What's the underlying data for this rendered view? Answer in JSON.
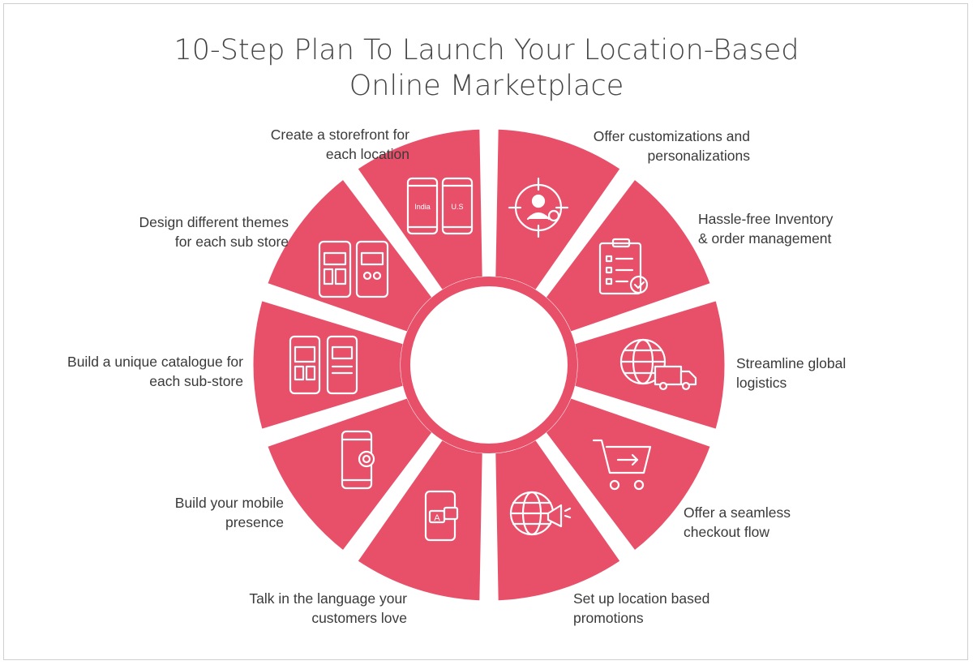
{
  "title": {
    "line1": "10-Step Plan To Launch Your Location-Based",
    "line2": "Online Marketplace"
  },
  "colors": {
    "segment": "#e8506a",
    "icon_stroke": "#ffffff",
    "center_ring": "#e8506a",
    "background": "#ffffff"
  },
  "steps": [
    {
      "id": "storefront",
      "icon": "two-phones-icon",
      "line1": "Create a storefront for",
      "line2": "each location",
      "phone_labels": [
        "India",
        "U.S"
      ]
    },
    {
      "id": "customizations",
      "icon": "target-user-icon",
      "line1": "Offer customizations and",
      "line2": "personalizations"
    },
    {
      "id": "inventory",
      "icon": "clipboard-checklist-icon",
      "line1": "Hassle-free Inventory",
      "line2": "& order management"
    },
    {
      "id": "logistics",
      "icon": "globe-truck-icon",
      "line1": "Streamline global",
      "line2": "logistics"
    },
    {
      "id": "checkout",
      "icon": "cart-arrow-icon",
      "line1": "Offer a seamless",
      "line2": "checkout flow"
    },
    {
      "id": "promotions",
      "icon": "globe-megaphone-icon",
      "line1": "Set up location based",
      "line2": "promotions"
    },
    {
      "id": "language",
      "icon": "phone-translate-icon",
      "line1": "Talk in the language your",
      "line2": "customers love"
    },
    {
      "id": "mobile",
      "icon": "phone-gear-icon",
      "line1": "Build your mobile",
      "line2": "presence"
    },
    {
      "id": "catalogue",
      "icon": "phones-catalogue-icon",
      "line1": "Build a unique catalogue for",
      "line2": "each sub-store"
    },
    {
      "id": "themes",
      "icon": "phones-themes-icon",
      "line1": "Design different themes",
      "line2": "for each sub store"
    }
  ]
}
